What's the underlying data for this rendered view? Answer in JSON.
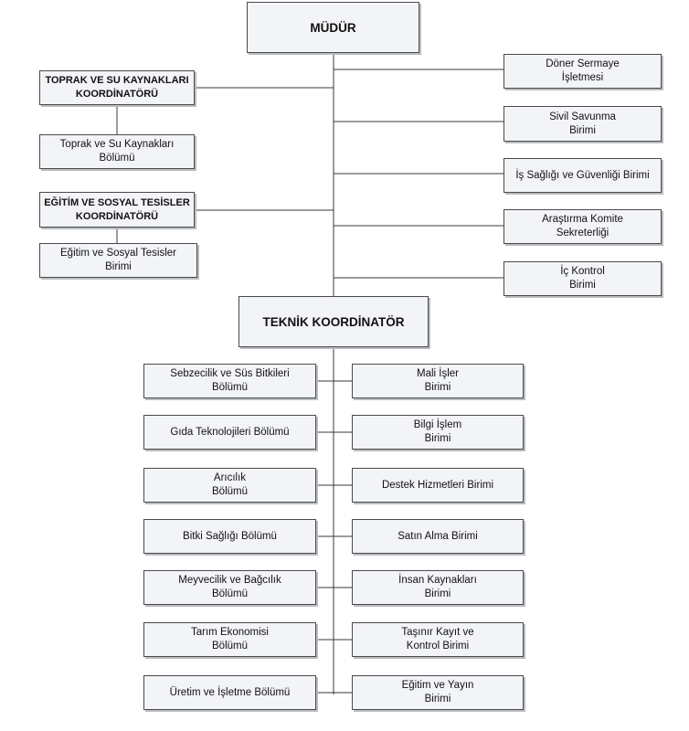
{
  "top": {
    "title": "MÜDÜR"
  },
  "left_coordinators": [
    {
      "title": "TOPRAK VE SU KAYNAKLARI\nKOORDİNATÖRÜ",
      "unit": "Toprak ve Su Kaynakları\nBölümü"
    },
    {
      "title": "EĞİTİM VE SOSYAL TESİSLER\nKOORDİNATÖRÜ",
      "unit": "Eğitim ve Sosyal Tesisler\nBirimi"
    }
  ],
  "right_units": [
    "Döner Sermaye\nİşletmesi",
    "Sivil Savunma\nBirimi",
    "İş Sağlığı ve Güvenliği Birimi",
    "Araştırma Komite\nSekreterliği",
    "İç Kontrol\nBirimi"
  ],
  "technical": {
    "title": "TEKNİK KOORDİNATÖR"
  },
  "tech_left": [
    "Sebzecilik ve Süs Bitkileri\nBölümü",
    "Gıda Teknolojileri Bölümü",
    "Arıcılık\nBölümü",
    "Bitki Sağlığı Bölümü",
    "Meyvecilik ve Bağcılık\nBölümü",
    "Tarım Ekonomisi\nBölümü",
    "Üretim ve İşletme Bölümü"
  ],
  "tech_right": [
    "Mali İşler\nBirimi",
    "Bilgi İşlem\nBirimi",
    "Destek Hizmetleri Birimi",
    "Satın Alma Birimi",
    "İnsan Kaynakları\nBirimi",
    "Taşınır Kayıt ve\nKontrol Birimi",
    "Eğitim ve Yayın\nBirimi"
  ]
}
